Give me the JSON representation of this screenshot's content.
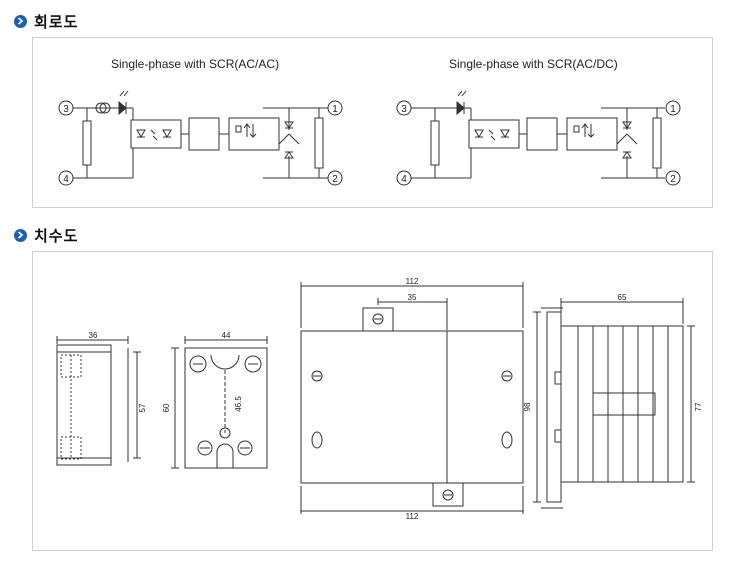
{
  "sections": {
    "circuit": {
      "title": "회로도"
    },
    "dimension": {
      "title": "치수도"
    }
  },
  "circuit": {
    "left_caption": "Single-phase with SCR(AC/AC)",
    "right_caption": "Single-phase with SCR(AC/DC)",
    "terminals": [
      "1",
      "2",
      "3",
      "4"
    ]
  },
  "dimensions": {
    "side_view": {
      "width": "36",
      "height_inner": "57"
    },
    "front_view": {
      "width": "44",
      "height": "60",
      "hole_pitch": "46.5"
    },
    "top_view": {
      "width_top": "112",
      "offset": "35",
      "width_bottom": "112"
    },
    "heatsink_view": {
      "width": "65",
      "height_outer": "98",
      "height_inner": "77"
    }
  },
  "colors": {
    "accent": "#1a5fb4",
    "line": "#333333",
    "border": "#cfcfcf"
  }
}
